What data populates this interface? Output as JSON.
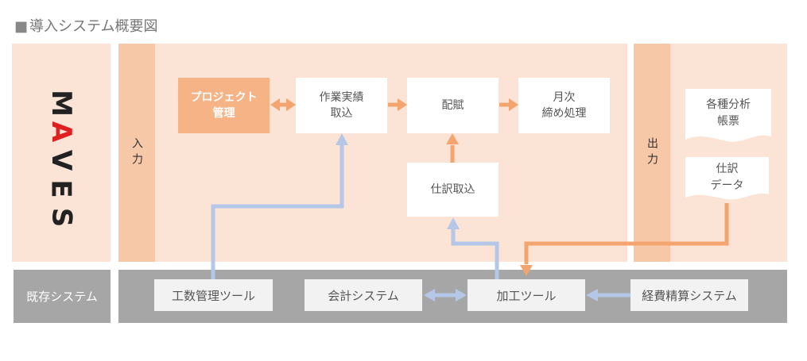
{
  "title": {
    "marker": "■",
    "text": "導入システム概要図"
  },
  "logo": {
    "letters": [
      "M",
      "A",
      "V",
      "E",
      "S"
    ],
    "accent_color": "#e02020"
  },
  "input_label": "入力",
  "output_label": "出力",
  "boxes": {
    "project": "プロジェクト\n管理",
    "work_import": "作業実績\n取込",
    "allocation": "配賦",
    "monthly": "月次\n締め処理",
    "journal_import": "仕訳取込"
  },
  "outputs": {
    "reports": "各種分析\n帳票",
    "journal_data": "仕訳\nデータ"
  },
  "legacy": {
    "label": "既存システム",
    "tools": {
      "man_hour": "工数管理ツール",
      "accounting": "会計システム",
      "processing": "加工ツール",
      "expense": "経費精算システム"
    }
  },
  "colors": {
    "panel": "#fbe3d6",
    "band": "#f7c8a8",
    "orange_box": "#f6b385",
    "orange_arrow": "#f4a46e",
    "blue_arrow": "#b4c7e7",
    "legacy_gray": "#a6a6a6"
  }
}
